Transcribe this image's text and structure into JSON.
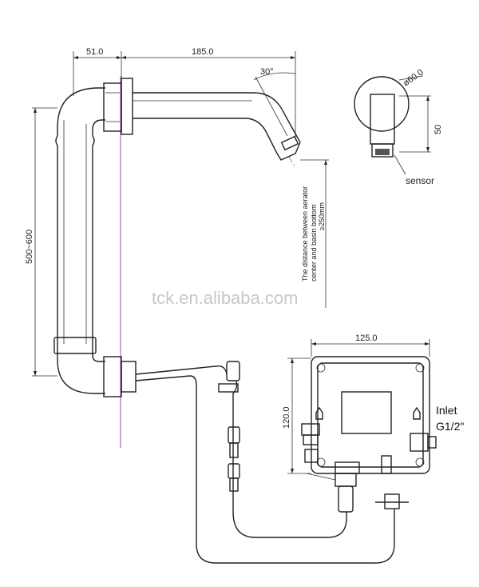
{
  "dimensions": {
    "wall_offset": "51.0",
    "spout_length": "185.0",
    "angle": "30°",
    "flange_diameter": "ø60.0",
    "sensor_height": "50",
    "height_range": "500~600",
    "box_width": "125.0",
    "box_height": "120.0"
  },
  "labels": {
    "sensor": "sensor",
    "distance_note_line1": "The distance between aerator",
    "distance_note_line2": "center and basin bottom",
    "distance_value": "≥250mm",
    "inlet_line1": "Inlet",
    "inlet_line2": "G1/2\""
  },
  "watermark": "tck.en.alibaba.com",
  "colors": {
    "wall_line": "#c060c0",
    "line": "#222222"
  }
}
